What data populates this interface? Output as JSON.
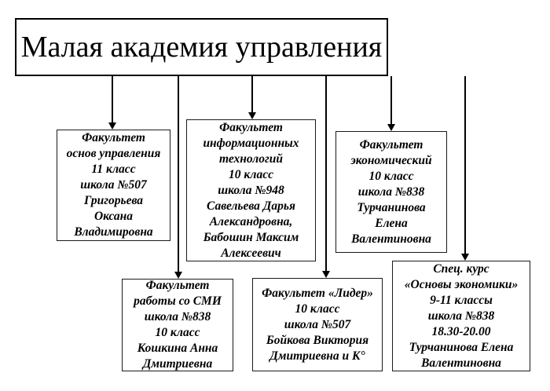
{
  "title": "Малая академия управления",
  "colors": {
    "background": "#ffffff",
    "border": "#000000",
    "text": "#000000"
  },
  "boxes": [
    {
      "id": "faculty-osnov-upravleniya",
      "lines": [
        "Факультет",
        "основ управления",
        "11 класс",
        "школа №507",
        "Григорьева",
        "Оксана",
        "Владимировна"
      ]
    },
    {
      "id": "faculty-informacionnyh-tehnologij",
      "lines": [
        "Факультет",
        "информационных",
        "технологий",
        "10 класс",
        "школа №948",
        "Савельева Дарья",
        "Александровна,",
        "Бабошин Максим",
        "Алексеевич"
      ]
    },
    {
      "id": "faculty-ekonomicheskij",
      "lines": [
        "Факультет",
        "экономический",
        "10 класс",
        "школа №838",
        "Турчанинова",
        "Елена",
        "Валентиновна"
      ]
    },
    {
      "id": "faculty-raboty-so-smi",
      "lines": [
        "Факультет",
        "работы со СМИ",
        "школа №838",
        "10 класс",
        "Кошкина Анна",
        "Дмитриевна"
      ]
    },
    {
      "id": "faculty-lider",
      "lines": [
        "Факультет «Лидер»",
        "10 класс",
        "школа №507",
        "Бойкова Виктория",
        "Дмитриевна и К°"
      ]
    },
    {
      "id": "spec-kurs-osnovy-ekonomiki",
      "lines": [
        "Спец. курс",
        "«Основы экономики»",
        "9-11 классы",
        "школа №838",
        "18.30-20.00",
        "Турчанинова Елена",
        "Валентиновна"
      ]
    }
  ]
}
